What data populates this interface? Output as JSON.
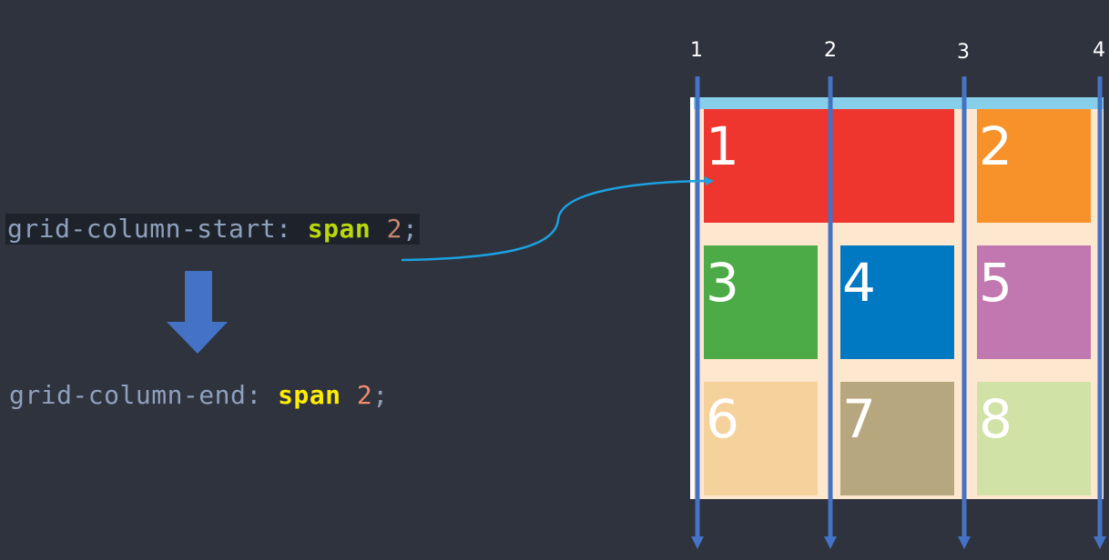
{
  "code": {
    "start": {
      "property": "grid-column-start: ",
      "keyword": "span",
      "value": "2",
      "end": ";"
    },
    "end": {
      "property": "grid-column-end: ",
      "keyword": "span",
      "value": "2",
      "end": ";"
    }
  },
  "colors": {
    "background": "#2f333d",
    "start_keyword": "#bad80a",
    "start_value": "#c8866a",
    "end_keyword": "#ffee00",
    "end_value": "#f28b6d",
    "arrow_down": "#4472c4",
    "grid_line": "#4472c4",
    "connector": "#1ba1e2"
  },
  "grid_lines": [
    "1",
    "2",
    "3",
    "4"
  ],
  "cells": [
    {
      "label": "1",
      "color": "#ee352e"
    },
    {
      "label": "2",
      "color": "#f7922a"
    },
    {
      "label": "3",
      "color": "#4cab47"
    },
    {
      "label": "4",
      "color": "#0078c2"
    },
    {
      "label": "5",
      "color": "#c178b0"
    },
    {
      "label": "6",
      "color": "#f5d19c"
    },
    {
      "label": "7",
      "color": "#b7a77e"
    },
    {
      "label": "8",
      "color": "#d1e2a7"
    }
  ]
}
